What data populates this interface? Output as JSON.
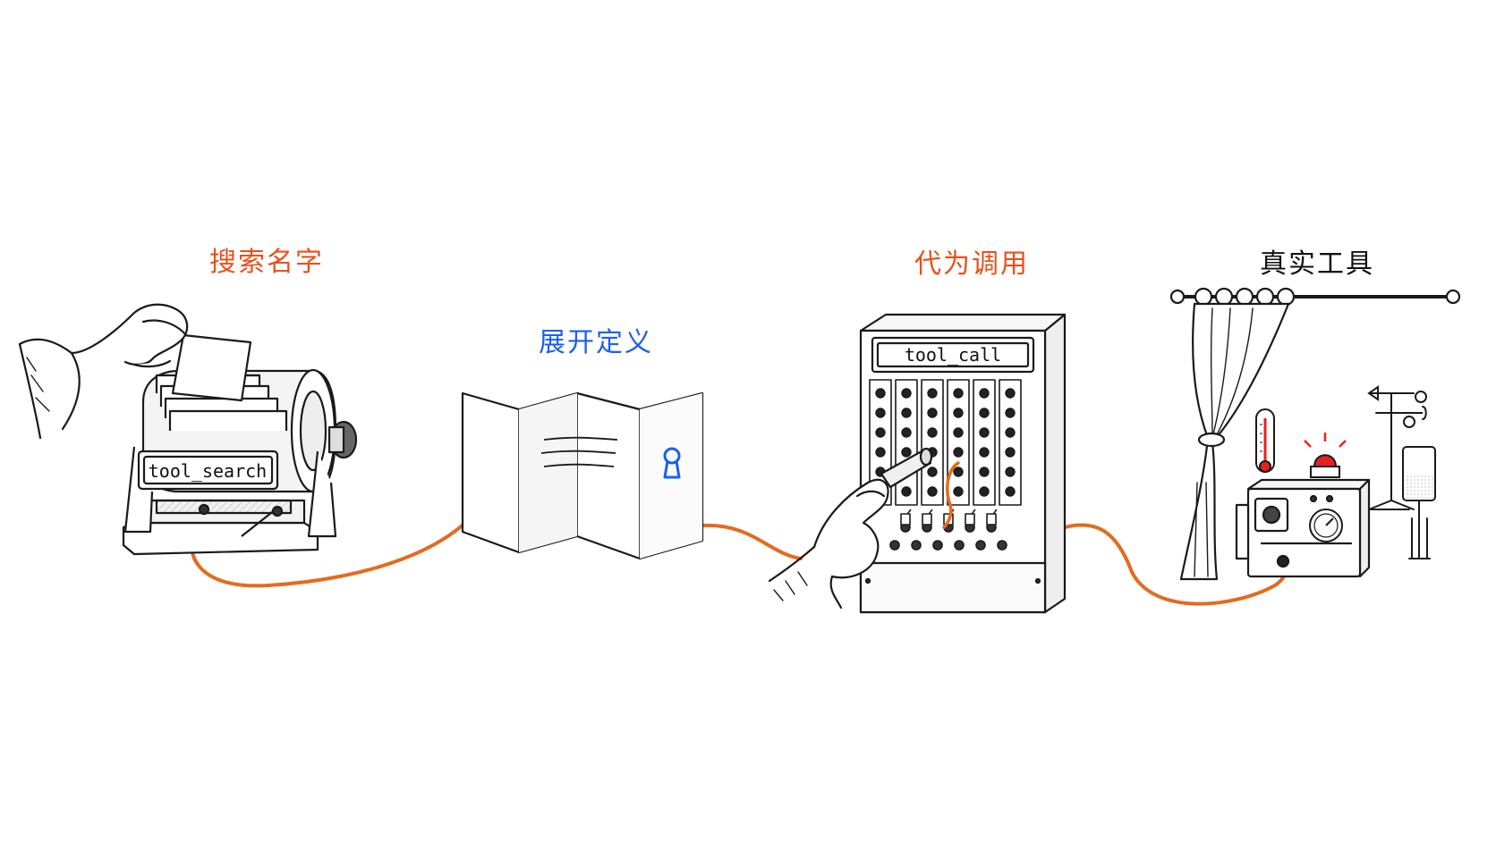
{
  "steps": [
    {
      "title": "搜索名字",
      "device_label": "tool_search",
      "color": "#e8501a"
    },
    {
      "title": "展开定义",
      "color": "#1a5ff0"
    },
    {
      "title": "代为调用",
      "device_label": "tool_call",
      "color": "#e8501a"
    },
    {
      "title": "真实工具",
      "color": "#111111"
    }
  ],
  "colors": {
    "cable": "#e56a1e",
    "ink": "#1a1a1a",
    "keyhole": "#1a5ff0",
    "beacon": "#e52222"
  },
  "icons": [
    "hand-icon",
    "card-file-icon",
    "folded-map-icon",
    "keyhole-icon",
    "switchboard-icon",
    "curtain-icon",
    "thermometer-icon",
    "weather-vane-icon",
    "gauge-icon",
    "beacon-icon"
  ]
}
